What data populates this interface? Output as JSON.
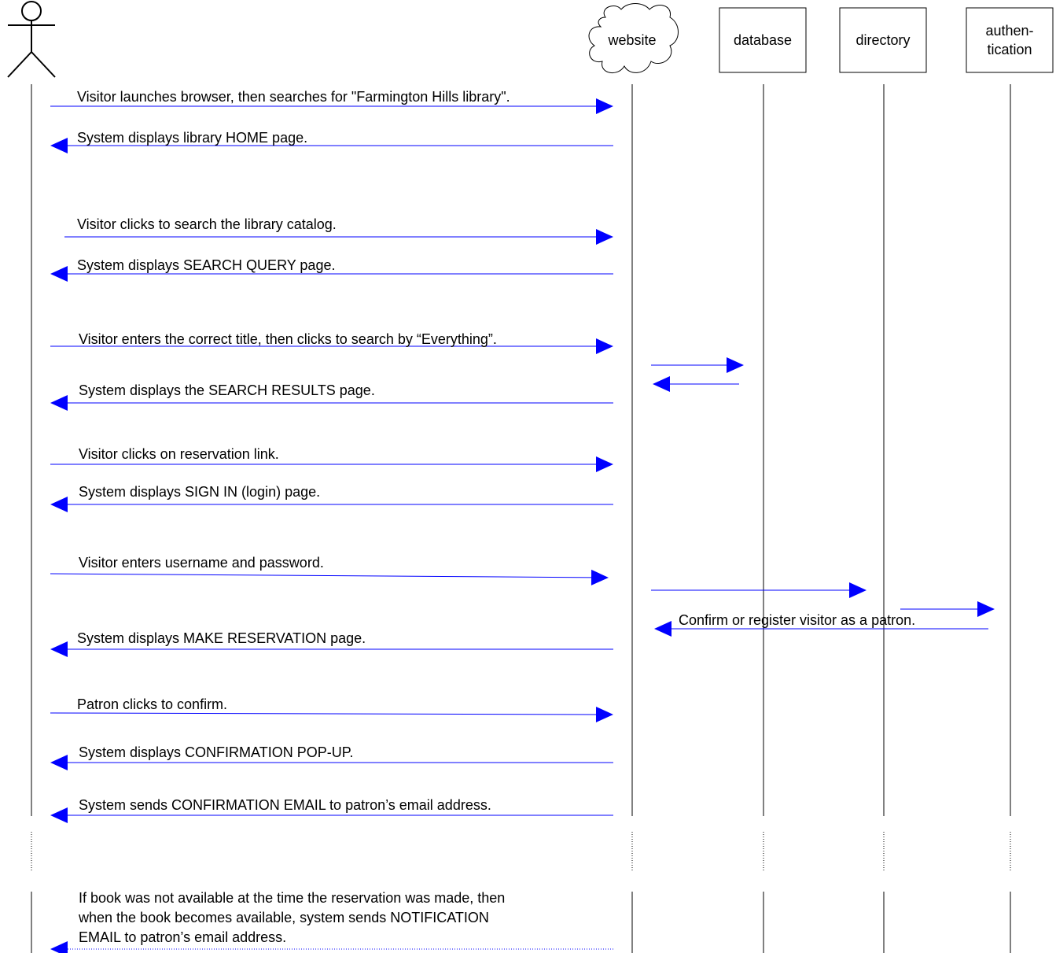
{
  "participants": {
    "website": "website",
    "database": "database",
    "directory": "directory",
    "authentication_line1": "authen-",
    "authentication_line2": "tication"
  },
  "messages": [
    {
      "text": "Visitor launches browser, then searches for \"Farmington Hills library\".",
      "from": "visitor",
      "to": "website"
    },
    {
      "text": "System displays library HOME page.",
      "from": "website",
      "to": "visitor"
    },
    {
      "text": "Visitor clicks to search the library catalog.",
      "from": "visitor",
      "to": "website"
    },
    {
      "text": "System displays SEARCH QUERY page.",
      "from": "website",
      "to": "visitor"
    },
    {
      "text": "Visitor enters the correct title, then clicks to search by “Everything”.",
      "from": "visitor",
      "to": "website"
    },
    {
      "text": "",
      "from": "website",
      "to": "database"
    },
    {
      "text": "",
      "from": "database",
      "to": "website"
    },
    {
      "text": "System displays the SEARCH RESULTS page.",
      "from": "website",
      "to": "visitor"
    },
    {
      "text": "Visitor clicks on reservation link.",
      "from": "visitor",
      "to": "website"
    },
    {
      "text": "System displays SIGN IN (login) page.",
      "from": "website",
      "to": "visitor"
    },
    {
      "text": "Visitor enters username and password.",
      "from": "visitor",
      "to": "website"
    },
    {
      "text": "",
      "from": "website",
      "to": "directory"
    },
    {
      "text": "",
      "from": "directory",
      "to": "authentication"
    },
    {
      "text": "Confirm or register visitor as a patron.",
      "from": "authentication",
      "to": "website"
    },
    {
      "text": "System displays MAKE RESERVATION page.",
      "from": "website",
      "to": "visitor"
    },
    {
      "text": "Patron clicks to confirm.",
      "from": "visitor",
      "to": "website"
    },
    {
      "text": "System displays CONFIRMATION POP-UP.",
      "from": "website",
      "to": "visitor"
    },
    {
      "text": "System sends CONFIRMATION EMAIL to patron’s email address.",
      "from": "website",
      "to": "visitor"
    }
  ],
  "notification": {
    "line1": "If book was not available at the time the reservation was made, then",
    "line2": "when the book becomes available, system sends NOTIFICATION",
    "line3": "EMAIL to patron’s email address."
  },
  "colors": {
    "arrow": "#0000ff",
    "line": "#000000"
  }
}
